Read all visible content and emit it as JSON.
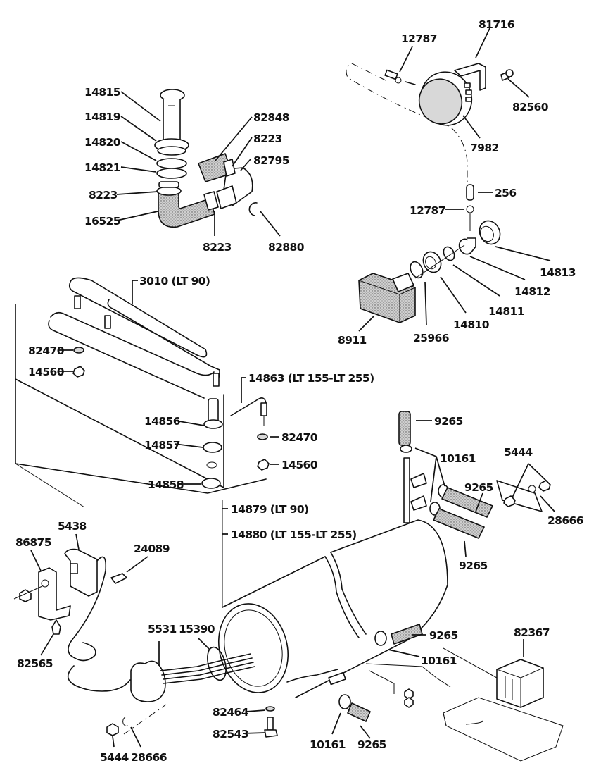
{
  "diagram": {
    "title": "Water heater / tank exploded parts view",
    "labels": {
      "l14815": "14815",
      "l14819": "14819",
      "l14820": "14820",
      "l14821": "14821",
      "l8223a": "8223",
      "l16525": "16525",
      "l82848": "82848",
      "l8223b": "8223",
      "l82795": "82795",
      "l8223c": "8223",
      "l82880": "82880",
      "l12787a": "12787",
      "l81716": "81716",
      "l82560": "82560",
      "l7982": "7982",
      "l256": "256",
      "l12787b": "12787",
      "l14813": "14813",
      "l14812": "14812",
      "l14811": "14811",
      "l14810": "14810",
      "l25966": "25966",
      "l8911": "8911",
      "l3010": "3010 (LT 90)",
      "l82470a": "82470",
      "l14560a": "14560",
      "l14863": "14863 (LT 155-LT 255)",
      "l14856": "14856",
      "l14857": "14857",
      "l14858": "14858",
      "l82470b": "82470",
      "l14560b": "14560",
      "l9265a": "9265",
      "l10161a": "10161",
      "l5444a": "5444",
      "l9265b": "9265",
      "l28666a": "28666",
      "l9265c": "9265",
      "l14879": "14879 (LT 90)",
      "l14880": "14880 (LT 155-LT 255)",
      "l5438": "5438",
      "l86875": "86875",
      "l24089": "24089",
      "l82565": "82565",
      "l5531": "5531",
      "l15390": "15390",
      "l9265d": "9265",
      "l10161b": "10161",
      "l82367": "82367",
      "l82464": "82464",
      "l82543": "82543",
      "l10161c": "10161",
      "l9265e": "9265",
      "l5444b": "5444",
      "l28666b": "28666"
    }
  }
}
